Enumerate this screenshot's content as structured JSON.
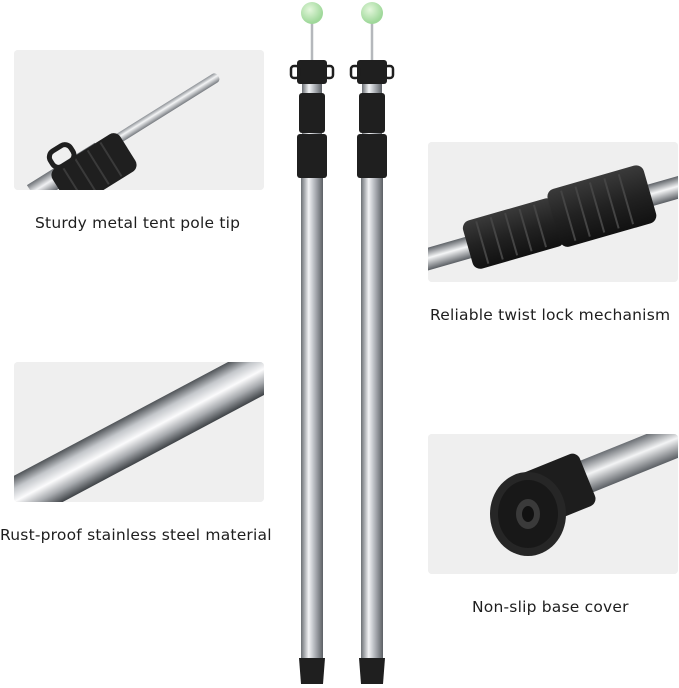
{
  "features": [
    {
      "caption": "Sturdy metal tent pole tip",
      "image": "pole-tip-closeup"
    },
    {
      "caption": "Reliable twist lock mechanism",
      "image": "twist-lock-closeup"
    },
    {
      "caption": "Rust-proof stainless steel material",
      "image": "steel-tube-closeup"
    },
    {
      "caption": "Non-slip base cover",
      "image": "base-cover-closeup"
    }
  ],
  "colors": {
    "card_bg": "#efefef",
    "steel": "#c9ccd0",
    "black_plastic": "#1f1f1f",
    "tip_ball": "#b9e7b0"
  }
}
